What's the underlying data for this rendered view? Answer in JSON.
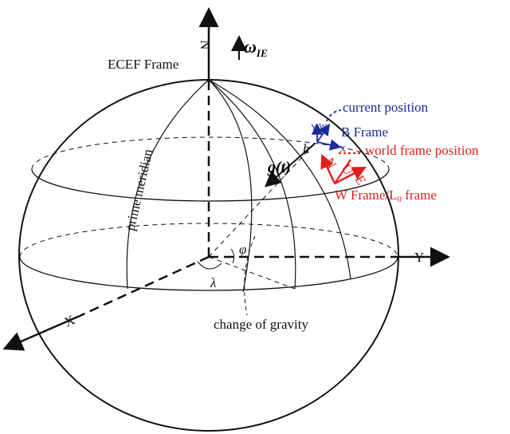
{
  "labels": {
    "n_axis": "N",
    "omega": "ω",
    "omega_sub": "IE",
    "ecef_frame": "ECEF Frame",
    "prime_meridian": "prime meridian",
    "gravity": "g(t)",
    "height": "h",
    "y_axis": "Y",
    "x_axis": "X",
    "lambda": "λ",
    "phi": "φ",
    "change_of_gravity": "change of gravity",
    "current_position": "current position",
    "b_frame": "B Frame",
    "world_frame_position": "world frame position",
    "w_frame": "W Frame/L",
    "w_frame_sub": "0",
    "w_frame_tail": " frame",
    "b_axes": [
      "Y",
      "W",
      "X"
    ],
    "w_axes": [
      "N",
      "U",
      "E"
    ]
  },
  "colors": {
    "line": "#111111",
    "blue": "#1a2a9a",
    "red": "#e0201e"
  }
}
